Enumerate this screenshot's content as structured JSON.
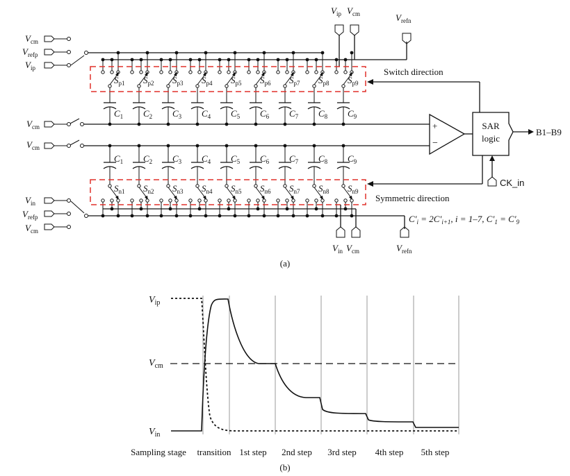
{
  "part_a": {
    "caption": "(a)",
    "left_top_inputs": [
      "V_cm",
      "V_refp",
      "V_ip"
    ],
    "left_bottom_inputs": [
      "V_in",
      "V_refp",
      "V_cm"
    ],
    "left_cm_top": "V_cm",
    "left_cm_bottom": "V_cm",
    "top_right_inputs": {
      "vip": "V_ip",
      "vcm": "V_cm",
      "vrefn": "V_refn"
    },
    "bottom_right_inputs": {
      "vin": "V_in",
      "vcm": "V_cm",
      "vrefn": "V_refn"
    },
    "top_switches": [
      "S_p1",
      "S_p2",
      "S_p3",
      "S_p4",
      "S_p5",
      "S_p6",
      "S_p7",
      "S_p8",
      "S_p9"
    ],
    "bottom_switches": [
      "S_n1",
      "S_n2",
      "S_n3",
      "S_n4",
      "S_n5",
      "S_n6",
      "S_n7",
      "S_n8",
      "S_n9"
    ],
    "capacitors": [
      "C_1",
      "C_2",
      "C_3",
      "C_4",
      "C_5",
      "C_6",
      "C_7",
      "C_8",
      "C_9"
    ],
    "switch_direction_label": "Switch direction",
    "symmetric_direction_label": "Symmetric direction",
    "sar_logic_line1": "SAR",
    "sar_logic_line2": "logic",
    "output_label": "B1–B9",
    "clock_label": "CK_in",
    "comparator_plus": "+",
    "comparator_minus": "−",
    "equation": "C′_i = 2C′_{i+1}, i = 1–7, C′_1 = C′_9"
  },
  "part_b": {
    "caption": "(b)",
    "y_labels": [
      "V_ip",
      "V_cm",
      "V_in"
    ],
    "stage_labels": [
      "Sampling stage",
      "transition",
      "1st step",
      "2nd step",
      "3rd step",
      "4th step",
      "5th step"
    ],
    "chart_data": {
      "type": "line",
      "xlabel": "",
      "ylabel": "",
      "categories": [
        "Sampling stage",
        "transition",
        "1st step",
        "2nd step",
        "3rd step",
        "4th step",
        "5th step"
      ],
      "series": [
        {
          "line_style": "solid",
          "values": [
            "V_in",
            "V_ip",
            "V_cm",
            "below V_cm",
            "lower",
            "lower",
            "lower"
          ]
        },
        {
          "line_style": "dotted",
          "values": [
            "V_ip",
            "V_in",
            "V_in",
            "V_in",
            "V_in",
            "V_in",
            "V_in"
          ]
        },
        {
          "line_style": "dashed",
          "values": [
            "",
            "V_cm",
            "V_cm",
            "V_cm",
            "V_cm",
            "V_cm",
            "V_cm"
          ]
        }
      ]
    }
  }
}
